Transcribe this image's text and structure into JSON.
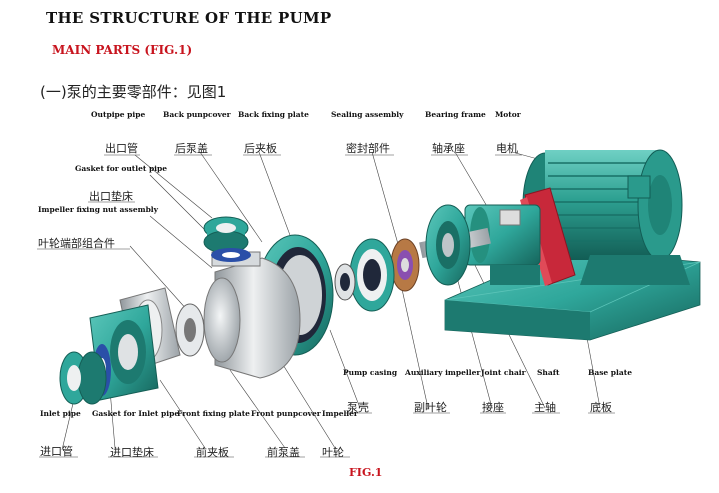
{
  "title": "THE STRUCTURE OF THE PUMP",
  "subtitle": "MAIN PARTS (FIG.1)",
  "cn_heading": "(一)泵的主要零部件：见图1",
  "figure_caption": "FIG.1",
  "labels_en": {
    "outpipe_pipe": "Outpipe pipe",
    "back_punpcover": "Back punpcover",
    "back_fixing_plate": "Back fixing plate",
    "sealing_assembly": "Sealing assembly",
    "bearing_frame": "Bearing frame",
    "motor": "Motor",
    "gasket_outlet": "Gasket for outlet pipe",
    "impeller_nut": "Impeller fixing nut assembly",
    "pump_casing": "Pump casing",
    "aux_impeller": "Auxiliary impeller",
    "joint_chair": "Joint chair",
    "shaft": "Shaft",
    "base_plate": "Base plate",
    "inlet_pipe": "Inlet pipe",
    "gasket_inlet": "Gasket for Inlet pipe",
    "front_fixing_plate": "Front fixing plate",
    "front_punpcover": "Front punpcover",
    "impeller": "Impeller"
  },
  "labels_cn": {
    "outlet_pipe": "出口管",
    "back_cover": "后泵盖",
    "back_plate": "后夹板",
    "seal": "密封部件",
    "bearing": "轴承座",
    "motor": "电机",
    "outlet_gasket": "出口垫床",
    "impeller_end": "叶轮端部组合件",
    "casing": "泵壳",
    "aux_impeller": "副叶轮",
    "joint": "接座",
    "shaft": "主轴",
    "base": "底板",
    "inlet_pipe": "进口管",
    "inlet_gasket": "进口垫床",
    "front_plate": "前夹板",
    "front_cover": "前泵盖",
    "impeller": "叶轮"
  },
  "colors": {
    "teal": "#2fa79b",
    "teal_dark": "#1d7a70",
    "steel": "#c9cdd0",
    "belt": "#c8283a",
    "gasket_blue": "#2a4fa8",
    "accent_red": "#c8141e"
  }
}
